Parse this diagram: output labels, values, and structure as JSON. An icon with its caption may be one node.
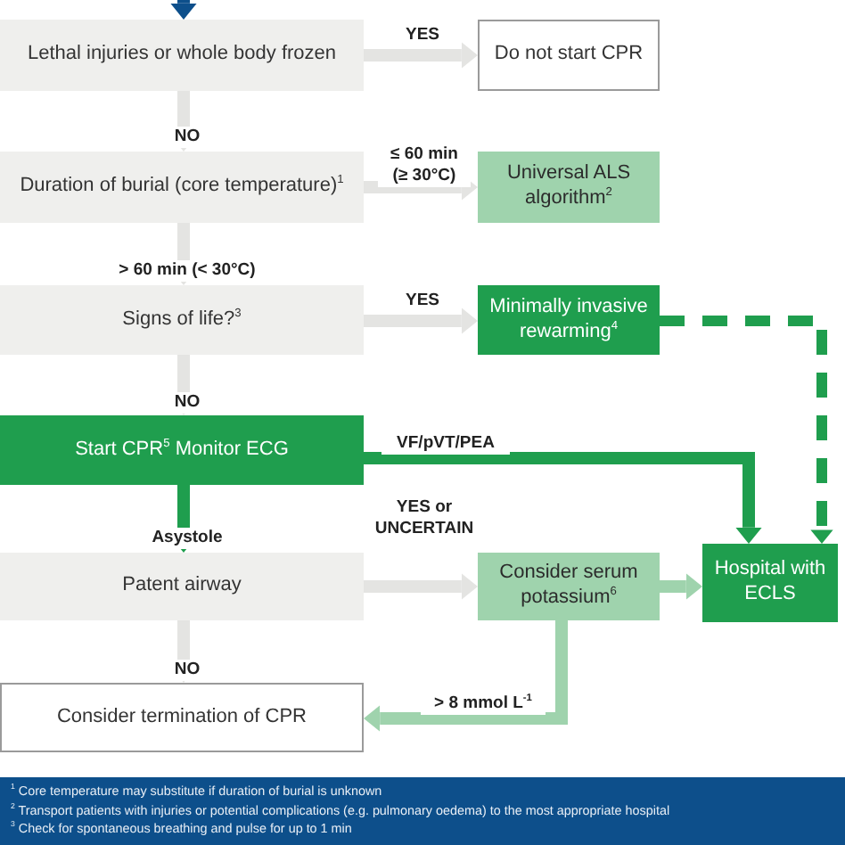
{
  "diagram": {
    "nodes": [
      {
        "text": [
          "Lethal injuries or whole body frozen"
        ]
      },
      {
        "text": [
          "Do not start CPR"
        ]
      },
      {
        "text": [
          "Duration of burial (core temperature)$^{1}$"
        ]
      },
      {
        "text": [
          "Universal ALS algorithm$^{2}$"
        ]
      },
      {
        "text": [
          "Signs of life?$^{3}$"
        ]
      },
      {
        "text": [
          "Minimally invasive rewarming$^{4}$"
        ]
      },
      {
        "text": [
          "Start CPR$^{5}$ Monitor ECG"
        ]
      },
      {
        "text": [
          "Patent airway"
        ]
      },
      {
        "text": [
          "Consider serum potassium$^{6}$"
        ]
      },
      {
        "text": [
          "Hospital with ECLS"
        ]
      },
      {
        "text": [
          "Consider termination of CPR"
        ]
      }
    ],
    "edges": [
      {
        "from": null,
        "to": 0,
        "arrow": "to",
        "color": "#0d4f8b"
      },
      {
        "from": 0,
        "to": 1,
        "arrow": "to",
        "label": "YES"
      },
      {
        "from": 0,
        "to": 2,
        "arrow": "to",
        "label": "NO"
      },
      {
        "from": 2,
        "to": 3,
        "arrow": "to",
        "label": "≤ 60 min (≥ 30°C)"
      },
      {
        "from": 2,
        "to": 4,
        "arrow": "to",
        "label": "> 60 min (< 30°C)"
      },
      {
        "from": 4,
        "to": 5,
        "arrow": "to",
        "label": "YES"
      },
      {
        "from": 4,
        "to": 6,
        "arrow": "to",
        "label": "NO"
      },
      {
        "from": 5,
        "to": 9,
        "arrow": "to",
        "style": "dashed",
        "color": "#1f9e4e"
      },
      {
        "from": 6,
        "to": 7,
        "arrow": "to",
        "label": "Asystole",
        "color": "#1f9e4e"
      },
      {
        "from": 6,
        "to": 9,
        "arrow": "to",
        "label": "VF/pVT/PEA",
        "color": "#1f9e4e"
      },
      {
        "from": 7,
        "to": 8,
        "arrow": "to",
        "label": "YES or UNCERTAIN"
      },
      {
        "from": 7,
        "to": 10,
        "arrow": "to",
        "label": "NO"
      },
      {
        "from": 8,
        "to": 9,
        "arrow": "to",
        "color": "#9fd3ad"
      },
      {
        "from": 8,
        "to": 10,
        "arrow": "to",
        "label": "> 8 mmol L$^{-1}$",
        "color": "#9fd3ad"
      }
    ],
    "labels": [
      "$^{1}$ Core temperature may substitute if duration of burial is unknown",
      "$^{2}$ Transport patients with injuries or potential complications (e.g. pulmonary oedema) to the most appropriate hospital",
      "$^{3}$ Check for spontaneous breathing and pulse for up to 1 min"
    ]
  }
}
